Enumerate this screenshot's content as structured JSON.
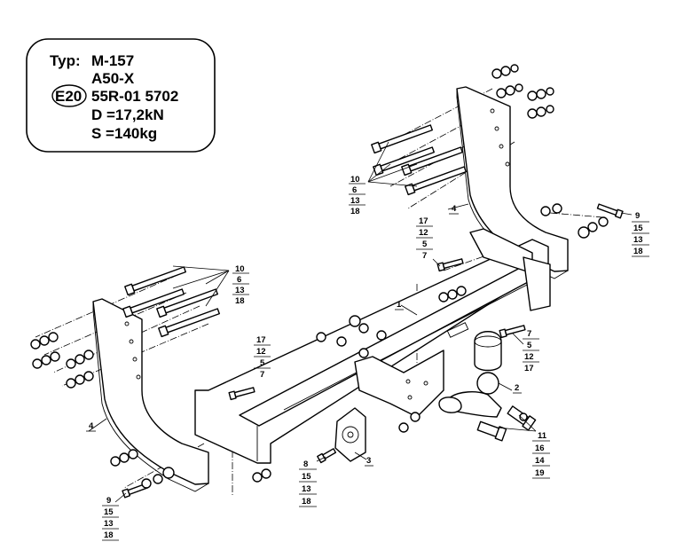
{
  "spec": {
    "typ_label": "Typ:",
    "typ_value": "M-157",
    "variant": "A50-X",
    "approval_mark": "E20",
    "approval_number": "55R-01 5702",
    "d_value": "D =17,2kN",
    "s_value": "S =140kg"
  },
  "callouts": {
    "top_bolt_stack": [
      "10",
      "6",
      "13",
      "18"
    ],
    "left_bolt_stack": [
      "10",
      "6",
      "13",
      "18"
    ],
    "upper_small_stack": [
      "17",
      "12",
      "5",
      "7"
    ],
    "left_small_stack": [
      "17",
      "12",
      "5",
      "7"
    ],
    "right_small_stack": [
      "7",
      "5",
      "12",
      "17"
    ],
    "upper_right_stack": [
      "9",
      "15",
      "13",
      "18"
    ],
    "bottom_left_stack": [
      "9",
      "15",
      "13",
      "18"
    ],
    "ball_bolt_stack": [
      "11",
      "16",
      "14",
      "19"
    ],
    "socket_plate_stack": [
      "8",
      "15",
      "13",
      "18"
    ],
    "part_crossbar": "1",
    "part_ball": "2",
    "part_socket_plate": "3",
    "part_bracket_left": "4",
    "part_bracket_right": "4"
  }
}
